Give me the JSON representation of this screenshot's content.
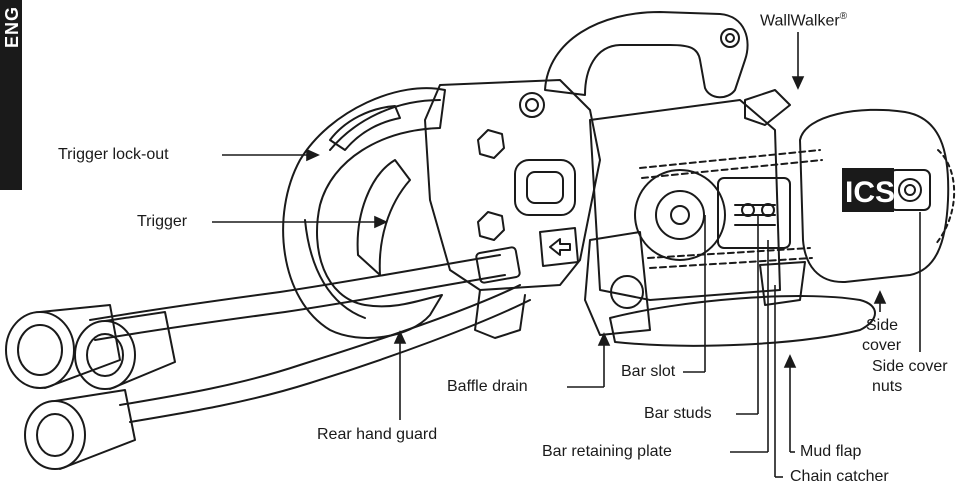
{
  "tab": {
    "label": "ENG"
  },
  "logo": {
    "text": "ICS"
  },
  "labels": {
    "wallwalker": "WallWalker",
    "wallwalker_mark": "®",
    "trigger_lockout": "Trigger lock-out",
    "trigger": "Trigger",
    "rear_hand_guard": "Rear hand guard",
    "baffle_drain": "Baffle drain",
    "bar_slot": "Bar slot",
    "bar_studs": "Bar studs",
    "bar_retaining_plate": "Bar retaining plate",
    "mud_flap": "Mud flap",
    "chain_catcher": "Chain catcher",
    "side_cover_1": "Side",
    "side_cover_2": "cover",
    "side_cover_nuts_1": "Side cover",
    "side_cover_nuts_2": "nuts"
  },
  "colors": {
    "ink": "#1a1a1a",
    "paper": "#ffffff"
  }
}
